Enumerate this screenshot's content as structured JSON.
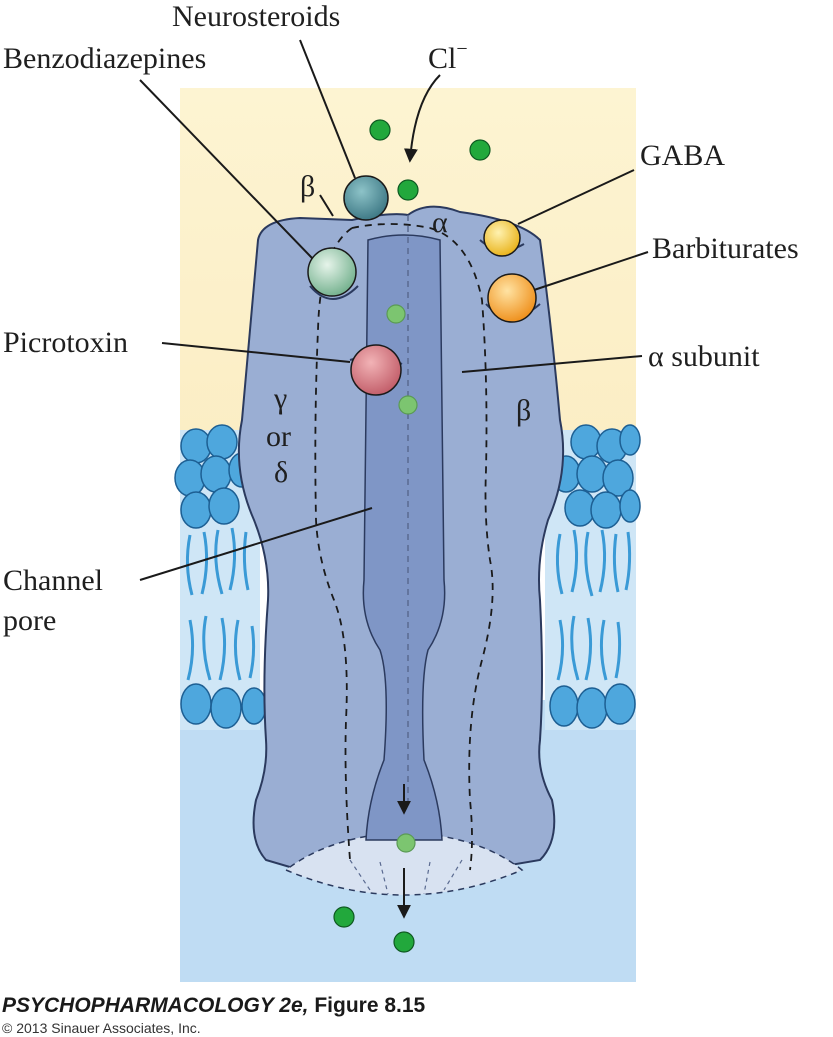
{
  "labels": {
    "neurosteroids": "Neurosteroids",
    "benzodiazepines": "Benzodiazepines",
    "chloride": "Cl",
    "chloride_sup": "−",
    "gaba": "GABA",
    "barbiturates": "Barbiturates",
    "picrotoxin": "Picrotoxin",
    "alpha_subunit": "α subunit",
    "channel": "Channel",
    "pore": "pore"
  },
  "subunits": {
    "beta_top": "β",
    "alpha_top": "α",
    "gamma": "γ",
    "or": "or",
    "delta": "δ",
    "beta_right": "β"
  },
  "caption": {
    "title_italic": "PSYCHOPHARMACOLOGY 2e,",
    "title_rest": " Figure 8.15",
    "copyright": "© 2013 Sinauer Associates, Inc."
  },
  "colors": {
    "extracellular": "#fdf3cf",
    "membrane_head": "#4fa6dc",
    "intracellular": "#bcdcf3",
    "protein": "#9aaed3",
    "pore": "#7f96c6",
    "chloride_ion": "#22a83c",
    "neurosteroid_site": "#4f8f9a",
    "benzodiazepine_site": "#9ccfae",
    "gaba_site": "#f5c52a",
    "barbiturate_site": "#f3a42a",
    "picrotoxin_site": "#cf6e78"
  }
}
